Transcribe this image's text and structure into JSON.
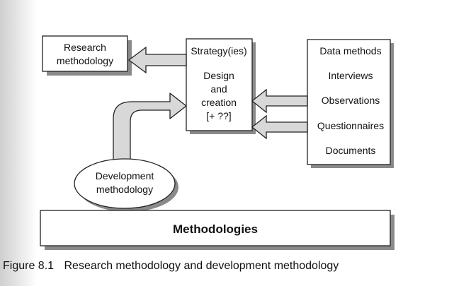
{
  "boxes": {
    "research_methodology": {
      "line1": "Research",
      "line2": "methodology"
    },
    "strategy": {
      "heading": "Strategy(ies)",
      "line1": "Design",
      "line2": "and",
      "line3": "creation",
      "line4": "[+ ??]"
    },
    "data_methods": {
      "heading": "Data methods",
      "items": [
        "Interviews",
        "Observations",
        "Questionnaires",
        "Documents"
      ]
    },
    "development_methodology": {
      "line1": "Development",
      "line2": "methodology"
    },
    "methodologies": {
      "label": "Methodologies"
    }
  },
  "caption": {
    "figure_number": "Figure 8.1",
    "text": "Research methodology and development methodology"
  },
  "colors": {
    "arrow_fill": "#d8d8d8",
    "box_shadow": "#8a8a8a",
    "stroke": "#222222"
  }
}
